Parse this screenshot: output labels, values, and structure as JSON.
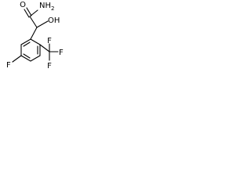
{
  "molecule": {
    "atoms": {
      "amide_nitrogen": "NH",
      "amide_nitrogen_h_count": "2",
      "carbonyl_oxygen": "O",
      "hydroxyl": "OH",
      "aryl_fluorine": "F",
      "cf3_f1": "F",
      "cf3_f2": "F",
      "cf3_f3": "F"
    }
  }
}
